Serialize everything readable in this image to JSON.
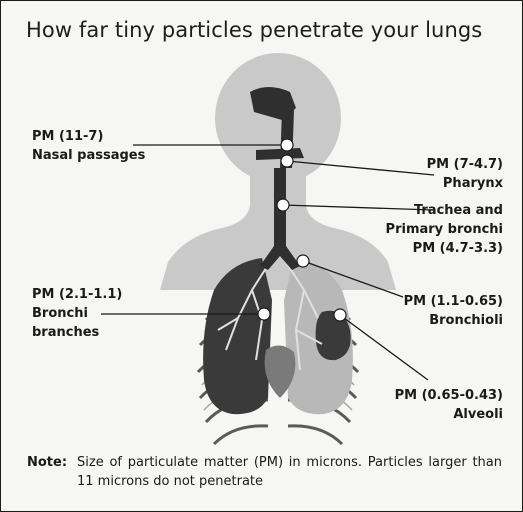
{
  "title": "How far tiny particles penetrate your lungs",
  "labels": {
    "nasal": {
      "pm": "PM (11-7)",
      "name": "Nasal passages"
    },
    "pharynx": {
      "pm": "PM (7-4.7)",
      "name": "Pharynx"
    },
    "trachea": {
      "name_line1": "Trachea and",
      "name_line2": "Primary bronchi",
      "pm": "PM (4.7-3.3)"
    },
    "bronchi": {
      "pm": "PM (2.1-1.1)",
      "name_line1": "Bronchi",
      "name_line2": "branches"
    },
    "bronchioli": {
      "pm": "PM (1.1-0.65)",
      "name": "Bronchioli"
    },
    "alveoli": {
      "pm": "PM (0.65-0.43)",
      "name": "Alveoli"
    }
  },
  "note": {
    "label": "Note:",
    "text": "Size of particulate matter (PM) in microns. Particles larger than 11 microns do not penetrate"
  },
  "colors": {
    "silhouette": "#c9c9c9",
    "airway": "#2f2f2f",
    "lung_left": "#3a3a3a",
    "lung_right": "#b8b8b8",
    "marker": "#ffffff",
    "leader": "#1a1a1a"
  }
}
